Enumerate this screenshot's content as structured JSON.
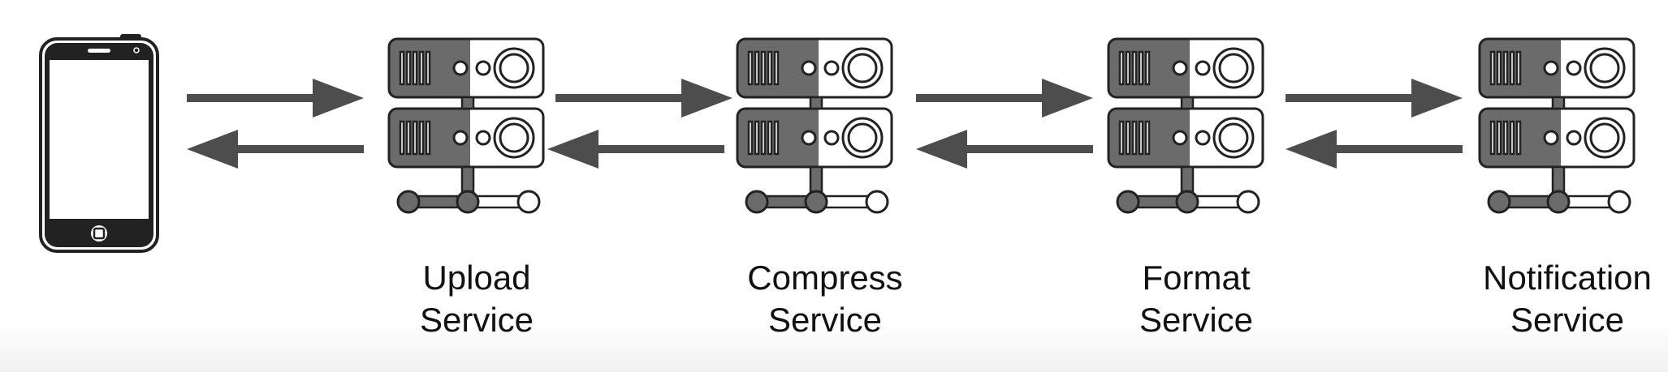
{
  "colors": {
    "device_outline": "#222222",
    "server_dark": "#6b6b6b",
    "arrow": "#4d4d4d",
    "text": "#111111"
  },
  "nodes": [
    {
      "id": "phone",
      "icon": "mobile-phone-icon"
    },
    {
      "id": "upload",
      "icon": "server-icon",
      "label_line1": "Upload",
      "label_line2": "Service"
    },
    {
      "id": "compress",
      "icon": "server-icon",
      "label_line1": "Compress",
      "label_line2": "Service"
    },
    {
      "id": "format",
      "icon": "server-icon",
      "label_line1": "Format",
      "label_line2": "Service"
    },
    {
      "id": "notification",
      "icon": "server-icon",
      "label_line1": "Notification",
      "label_line2": "Service"
    }
  ],
  "connections": [
    {
      "from": "phone",
      "to": "upload",
      "bidirectional": true
    },
    {
      "from": "upload",
      "to": "compress",
      "bidirectional": true
    },
    {
      "from": "compress",
      "to": "format",
      "bidirectional": true
    },
    {
      "from": "format",
      "to": "notification",
      "bidirectional": true
    }
  ]
}
